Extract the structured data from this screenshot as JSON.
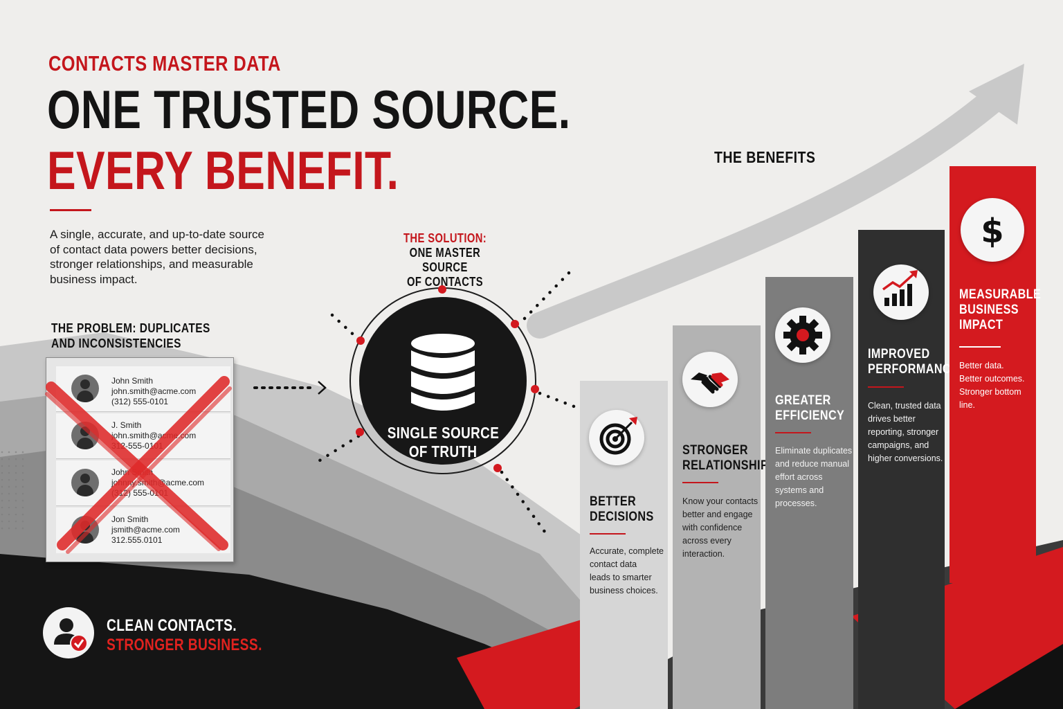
{
  "header": {
    "eyebrow": "CONTACTS MASTER DATA",
    "headline_line1": "ONE TRUSTED SOURCE.",
    "headline_line2": "EVERY BENEFIT.",
    "intro_line1": "A single, accurate, and up-to-date source",
    "intro_line2": "of contact data powers better decisions,",
    "intro_line3": "stronger relationships, and measurable",
    "intro_line4": "business impact."
  },
  "problem": {
    "title_line1": "THE PROBLEM: DUPLICATES",
    "title_line2": "AND INCONSISTENCIES",
    "contacts": [
      {
        "name": "John Smith",
        "email": "john.smith@acme.com",
        "phone": "(312) 555-0101"
      },
      {
        "name": "J. Smith",
        "email": "john.smith@acme.com",
        "phone": "312-555-0101"
      },
      {
        "name": "John Smith",
        "email": "johnny.smith@acme.com",
        "phone": "(312) 555-0101"
      },
      {
        "name": "Jon Smith",
        "email": "jsmith@acme.com",
        "phone": "312.555.0101"
      }
    ]
  },
  "solution": {
    "label": "THE SOLUTION:",
    "title_line1": "ONE MASTER SOURCE",
    "title_line2": "OF CONTACTS",
    "hub_line1": "SINGLE SOURCE",
    "hub_line2": "OF TRUTH",
    "hub_icon": "database-icon"
  },
  "benefits": {
    "title": "THE BENEFITS",
    "items": [
      {
        "icon": "target-icon",
        "title_line1": "BETTER",
        "title_line2": "DECISIONS",
        "text": [
          "Accurate, complete",
          "contact data",
          "leads to smarter",
          "business choices."
        ]
      },
      {
        "icon": "handshake-icon",
        "title_line1": "STRONGER",
        "title_line2": "RELATIONSHIPS",
        "text": [
          "Know your contacts",
          "better and engage",
          "with confidence",
          "across every",
          "interaction."
        ]
      },
      {
        "icon": "gear-icon",
        "title_line1": "GREATER",
        "title_line2": "EFFICIENCY",
        "text": [
          "Eliminate duplicates",
          "and reduce manual",
          "effort across",
          "systems and",
          "processes."
        ]
      },
      {
        "icon": "growth-chart-icon",
        "title_line1": "IMPROVED",
        "title_line2": "PERFORMANCE",
        "text": [
          "Clean, trusted data",
          "drives better",
          "reporting, stronger",
          "campaigns, and",
          "higher conversions."
        ]
      },
      {
        "icon": "dollar-icon",
        "title_line1": "MEASURABLE",
        "title_line2": "BUSINESS",
        "title_line3": "IMPACT",
        "text": [
          "Better data.",
          "Better outcomes.",
          "Stronger bottom",
          "line."
        ]
      }
    ]
  },
  "footer": {
    "line1": "CLEAN CONTACTS.",
    "line2": "STRONGER BUSINESS.",
    "icon": "verified-user-icon"
  },
  "colors": {
    "accent": "#c4161c",
    "dark": "#171717",
    "mid": "#6f6f6f",
    "light": "#efeeec"
  }
}
